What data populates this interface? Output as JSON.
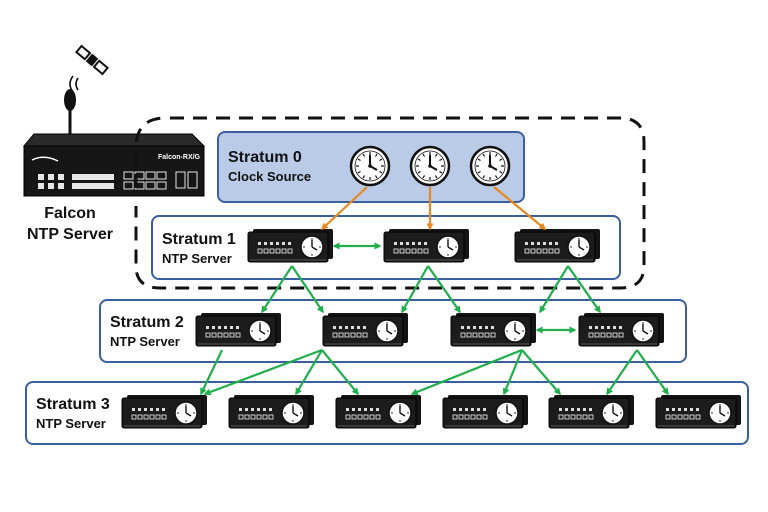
{
  "colors": {
    "stratum0_fill": "#b9cbe6",
    "stratum0_stroke": "#3a5fa0",
    "panel_stroke": "#3a5fa0",
    "orange_arrow": "#e8891e",
    "green_arrow": "#1fae4b",
    "device_body": "#151515",
    "dashed_border": "#111111"
  },
  "falcon": {
    "device_label": "Falcon-RX/G",
    "name_line1": "Falcon",
    "name_line2": "NTP Server",
    "icons": [
      "satellite-icon",
      "gps-antenna-icon"
    ]
  },
  "stratum0": {
    "title": "Stratum 0",
    "subtitle": "Clock Source",
    "clock_count": 3,
    "icon": "clock-icon"
  },
  "stratum1": {
    "title": "Stratum 1",
    "subtitle": "NTP Server",
    "server_count": 3
  },
  "stratum2": {
    "title": "Stratum 2",
    "subtitle": "NTP Server",
    "server_count": 4
  },
  "stratum3": {
    "title": "Stratum 3",
    "subtitle": "NTP Server",
    "server_count": 6
  },
  "server_icon": "ntp-server-icon"
}
